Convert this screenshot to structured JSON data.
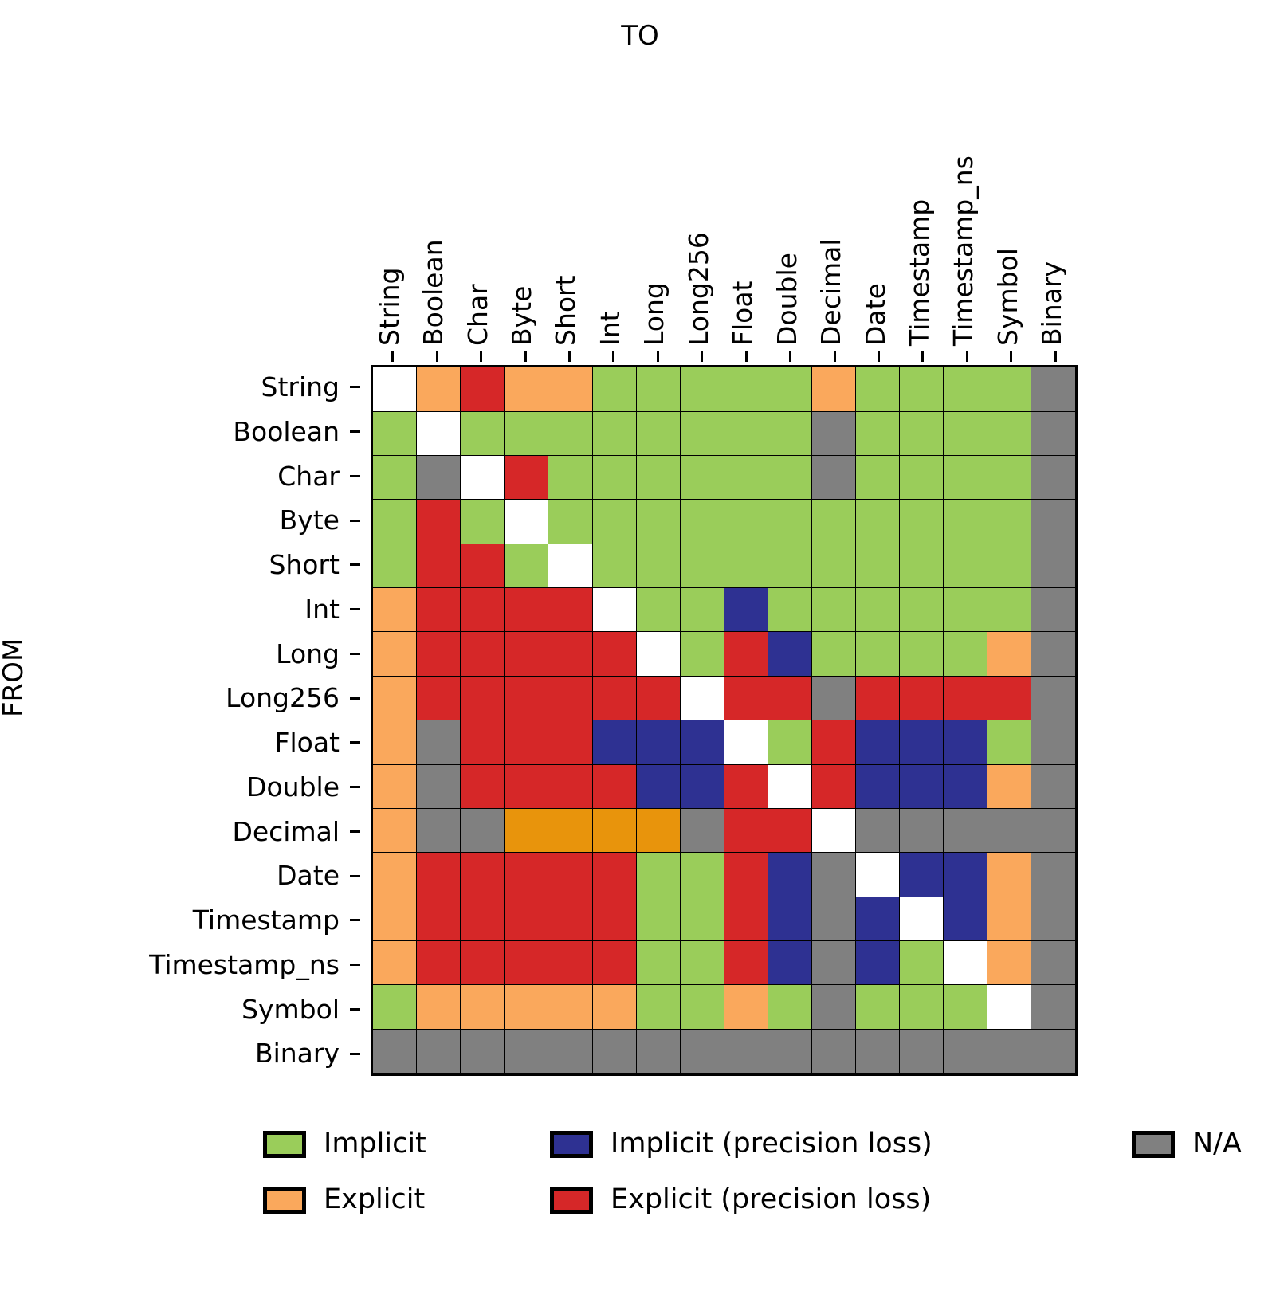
{
  "axes": {
    "x_title": "TO",
    "y_title": "FROM"
  },
  "chart_data": {
    "type": "heatmap",
    "title": "",
    "xlabel": "TO",
    "ylabel": "FROM",
    "grid": true,
    "legend_position": "bottom",
    "categories_x": [
      "String",
      "Boolean",
      "Char",
      "Byte",
      "Short",
      "Int",
      "Long",
      "Long256",
      "Float",
      "Double",
      "Decimal",
      "Date",
      "Timestamp",
      "Timestamp_ns",
      "Symbol",
      "Binary"
    ],
    "categories_y": [
      "String",
      "Boolean",
      "Char",
      "Byte",
      "Short",
      "Int",
      "Long",
      "Long256",
      "Float",
      "Double",
      "Decimal",
      "Date",
      "Timestamp",
      "Timestamp_ns",
      "Symbol",
      "Binary"
    ],
    "category_colors": {
      "implicit": "#9ACD5A",
      "explicit": "#FAA85C",
      "implicit_precision_loss": "#2E3192",
      "explicit_precision_loss": "#D62728",
      "na": "#808080",
      "identity": "#FFFFFF",
      "explicit_dark": "#E8940C"
    },
    "values": [
      [
        "identity",
        "explicit",
        "explicit_precision_loss",
        "explicit",
        "explicit",
        "implicit",
        "implicit",
        "implicit",
        "implicit",
        "implicit",
        "explicit",
        "implicit",
        "implicit",
        "implicit",
        "implicit",
        "na"
      ],
      [
        "implicit",
        "identity",
        "implicit",
        "implicit",
        "implicit",
        "implicit",
        "implicit",
        "implicit",
        "implicit",
        "implicit",
        "na",
        "implicit",
        "implicit",
        "implicit",
        "implicit",
        "na"
      ],
      [
        "implicit",
        "na",
        "identity",
        "explicit_precision_loss",
        "implicit",
        "implicit",
        "implicit",
        "implicit",
        "implicit",
        "implicit",
        "na",
        "implicit",
        "implicit",
        "implicit",
        "implicit",
        "na"
      ],
      [
        "implicit",
        "explicit_precision_loss",
        "implicit",
        "identity",
        "implicit",
        "implicit",
        "implicit",
        "implicit",
        "implicit",
        "implicit",
        "implicit",
        "implicit",
        "implicit",
        "implicit",
        "implicit",
        "na"
      ],
      [
        "implicit",
        "explicit_precision_loss",
        "explicit_precision_loss",
        "implicit",
        "identity",
        "implicit",
        "implicit",
        "implicit",
        "implicit",
        "implicit",
        "implicit",
        "implicit",
        "implicit",
        "implicit",
        "implicit",
        "na"
      ],
      [
        "explicit",
        "explicit_precision_loss",
        "explicit_precision_loss",
        "explicit_precision_loss",
        "explicit_precision_loss",
        "identity",
        "implicit",
        "implicit",
        "implicit_precision_loss",
        "implicit",
        "implicit",
        "implicit",
        "implicit",
        "implicit",
        "implicit",
        "na"
      ],
      [
        "explicit",
        "explicit_precision_loss",
        "explicit_precision_loss",
        "explicit_precision_loss",
        "explicit_precision_loss",
        "explicit_precision_loss",
        "identity",
        "implicit",
        "explicit_precision_loss",
        "implicit_precision_loss",
        "implicit",
        "implicit",
        "implicit",
        "implicit",
        "explicit",
        "na"
      ],
      [
        "explicit",
        "explicit_precision_loss",
        "explicit_precision_loss",
        "explicit_precision_loss",
        "explicit_precision_loss",
        "explicit_precision_loss",
        "explicit_precision_loss",
        "identity",
        "explicit_precision_loss",
        "explicit_precision_loss",
        "na",
        "explicit_precision_loss",
        "explicit_precision_loss",
        "explicit_precision_loss",
        "explicit_precision_loss",
        "na"
      ],
      [
        "explicit",
        "na",
        "explicit_precision_loss",
        "explicit_precision_loss",
        "explicit_precision_loss",
        "implicit_precision_loss",
        "implicit_precision_loss",
        "implicit_precision_loss",
        "identity",
        "implicit",
        "explicit_precision_loss",
        "implicit_precision_loss",
        "implicit_precision_loss",
        "implicit_precision_loss",
        "implicit",
        "na"
      ],
      [
        "explicit",
        "na",
        "explicit_precision_loss",
        "explicit_precision_loss",
        "explicit_precision_loss",
        "explicit_precision_loss",
        "implicit_precision_loss",
        "implicit_precision_loss",
        "explicit_precision_loss",
        "identity",
        "explicit_precision_loss",
        "implicit_precision_loss",
        "implicit_precision_loss",
        "implicit_precision_loss",
        "explicit",
        "na"
      ],
      [
        "explicit",
        "na",
        "na",
        "explicit_dark",
        "explicit_dark",
        "explicit_dark",
        "explicit_dark",
        "na",
        "explicit_precision_loss",
        "explicit_precision_loss",
        "identity",
        "na",
        "na",
        "na",
        "na",
        "na"
      ],
      [
        "explicit",
        "explicit_precision_loss",
        "explicit_precision_loss",
        "explicit_precision_loss",
        "explicit_precision_loss",
        "explicit_precision_loss",
        "implicit",
        "implicit",
        "explicit_precision_loss",
        "implicit_precision_loss",
        "na",
        "identity",
        "implicit_precision_loss",
        "implicit_precision_loss",
        "explicit",
        "na"
      ],
      [
        "explicit",
        "explicit_precision_loss",
        "explicit_precision_loss",
        "explicit_precision_loss",
        "explicit_precision_loss",
        "explicit_precision_loss",
        "implicit",
        "implicit",
        "explicit_precision_loss",
        "implicit_precision_loss",
        "na",
        "implicit_precision_loss",
        "identity",
        "implicit_precision_loss",
        "explicit",
        "na"
      ],
      [
        "explicit",
        "explicit_precision_loss",
        "explicit_precision_loss",
        "explicit_precision_loss",
        "explicit_precision_loss",
        "explicit_precision_loss",
        "implicit",
        "implicit",
        "explicit_precision_loss",
        "implicit_precision_loss",
        "na",
        "implicit_precision_loss",
        "implicit",
        "identity",
        "explicit",
        "na"
      ],
      [
        "implicit",
        "explicit",
        "explicit",
        "explicit",
        "explicit",
        "explicit",
        "implicit",
        "implicit",
        "explicit",
        "implicit",
        "na",
        "implicit",
        "implicit",
        "implicit",
        "identity",
        "na"
      ],
      [
        "na",
        "na",
        "na",
        "na",
        "na",
        "na",
        "na",
        "na",
        "na",
        "na",
        "na",
        "na",
        "na",
        "na",
        "na",
        "na"
      ]
    ]
  },
  "legend": {
    "items": [
      {
        "label": "Implicit",
        "color": "#9ACD5A",
        "key": "implicit"
      },
      {
        "label": "Implicit (precision loss)",
        "color": "#2E3192",
        "key": "implicit_precision_loss"
      },
      {
        "label": "N/A",
        "color": "#808080",
        "key": "na"
      },
      {
        "label": "Explicit",
        "color": "#FAA85C",
        "key": "explicit"
      },
      {
        "label": "Explicit (precision loss)",
        "color": "#D62728",
        "key": "explicit_precision_loss"
      }
    ]
  }
}
